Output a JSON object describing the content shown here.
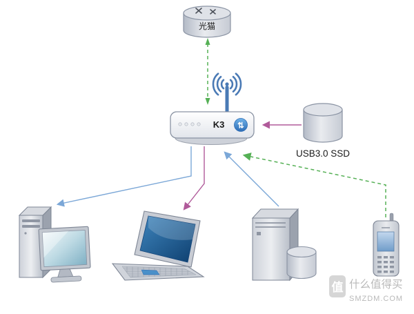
{
  "diagram": {
    "modem": {
      "label": "光猫"
    },
    "router": {
      "label": "K3",
      "usb_indicator_glyph": "⇅"
    },
    "ssd": {
      "label": "USB3.0 SSD"
    },
    "watermark": {
      "logo_glyph": "值",
      "name": "什么值得买",
      "site": "SMZDM.COM"
    },
    "colors": {
      "arrow_blue": "#7ba7d7",
      "arrow_pink": "#b05a9a",
      "arrow_green": "#55b055",
      "wifi_blue": "#4a7ab5",
      "device_fill": "#d5d8df",
      "device_stroke": "#7d8594",
      "screen_blue": "#1d5e97"
    },
    "nodes": [
      {
        "id": "optical-modem",
        "label": "光猫"
      },
      {
        "id": "wifi-router",
        "label": "K3"
      },
      {
        "id": "usb-ssd",
        "label": "USB3.0 SSD"
      },
      {
        "id": "desktop-pc"
      },
      {
        "id": "laptop"
      },
      {
        "id": "server"
      },
      {
        "id": "mobile-phone"
      }
    ],
    "links": [
      {
        "from": "optical-modem",
        "to": "wifi-router",
        "style": "green-dashed-bidirectional"
      },
      {
        "from": "wifi-router",
        "to": "desktop-pc",
        "style": "blue-solid"
      },
      {
        "from": "wifi-router",
        "to": "laptop",
        "style": "pink-solid"
      },
      {
        "from": "server",
        "to": "wifi-router",
        "style": "blue-solid"
      },
      {
        "from": "mobile-phone",
        "to": "wifi-router",
        "style": "green-dashed"
      },
      {
        "from": "usb-ssd",
        "to": "wifi-router",
        "style": "pink-solid"
      }
    ]
  }
}
